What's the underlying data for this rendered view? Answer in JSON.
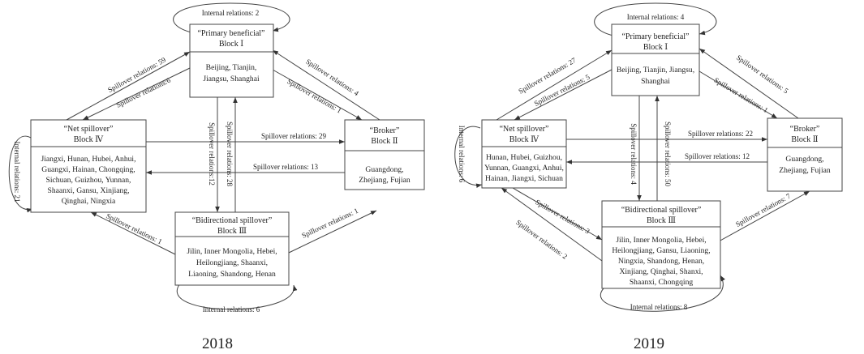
{
  "diagrams": [
    {
      "year": "2018",
      "blocks": {
        "b1": {
          "role": "“Primary beneficial”",
          "name": "Block Ⅰ",
          "members": [
            "Beijing, Tianjin,",
            "Jiangsu, Shanghai"
          ],
          "internal": "Internal relations: 2"
        },
        "b2": {
          "role": "“Broker”",
          "name": "Block Ⅱ",
          "members": [
            "Guangdong,",
            "Zhejiang, Fujian"
          ]
        },
        "b3": {
          "role": "“Bidirectional spillover”",
          "name": "Block Ⅲ",
          "members": [
            "Jilin, Inner Mongolia, Hebei,",
            "Heilongjiang, Shaanxi,",
            "Liaoning, Shandong, Henan"
          ],
          "internal": "Internal relations: 6"
        },
        "b4": {
          "role": "“Net spillover”",
          "name": "Block Ⅳ",
          "members": [
            "Jiangxi, Hunan, Hubei, Anhui,",
            "Guangxi, Hainan, Chongqing,",
            "Sichuan, Guizhou, Yunnan,",
            "Shaanxi, Gansu, Xinjiang,",
            "Qinghai, Ningxia"
          ],
          "internal": "Internal relations: 21"
        }
      },
      "edges": {
        "b4_b1": "Spillover relations: 59",
        "b1_b4": "Spillover relations:6",
        "b2_b1": "Spillover relations: 4",
        "b1_b2": "Spillover relations: 1",
        "b4_b2": "Spillover relations: 29",
        "b2_b4": "Spillover relations: 13",
        "b1_b3": "Spillover relations:12",
        "b3_b1": "Spillover relations: 28",
        "b3_b4": "Spillover relations: 1",
        "b3_b2": "Spillover relations: 1"
      }
    },
    {
      "year": "2019",
      "blocks": {
        "b1": {
          "role": "“Primary beneficial”",
          "name": "Block Ⅰ",
          "members": [
            "Beijing, Tianjin, Jiangsu,",
            "Shanghai"
          ],
          "internal": "Internal relations: 4"
        },
        "b2": {
          "role": "“Broker”",
          "name": "Block Ⅱ",
          "members": [
            "Guangdong,",
            "Zhejiang, Fujian"
          ]
        },
        "b3": {
          "role": "“Bidirectional spillover”",
          "name": "Block Ⅲ",
          "members": [
            "Jilin, Inner Mongolia, Hebei,",
            "Heilongjiang, Gansu, Liaoning,",
            "Ningxia, Shandong, Henan,",
            "Xinjiang, Qinghai, Shanxi,",
            "Shaanxi, Chongqing"
          ],
          "internal": "Internal relations: 8"
        },
        "b4": {
          "role": "“Net spillover”",
          "name": "Block Ⅳ",
          "members": [
            "Hunan, Hubei, Guizhou,",
            "Yunnan, Guangxi, Anhui,",
            "Hainan, Jiangxi, Sichuan"
          ],
          "internal": "Internal relations: 6"
        }
      },
      "edges": {
        "b4_b1": "Spillover relations: 27",
        "b1_b4": "Spillover relations: 5",
        "b2_b1": "Spillover relations: 5",
        "b1_b2": "Spillover relations: 1",
        "b4_b2": "Spillover relations: 22",
        "b2_b4": "Spillover relations: 12",
        "b1_b3": "Spillover relations: 4",
        "b3_b1": "Spillover relations: 50",
        "b4_b3": "Spillover relations: 3",
        "b3_b4": "Spillover relations: 2",
        "b3_b2": "Spillover relations: 7"
      }
    }
  ]
}
